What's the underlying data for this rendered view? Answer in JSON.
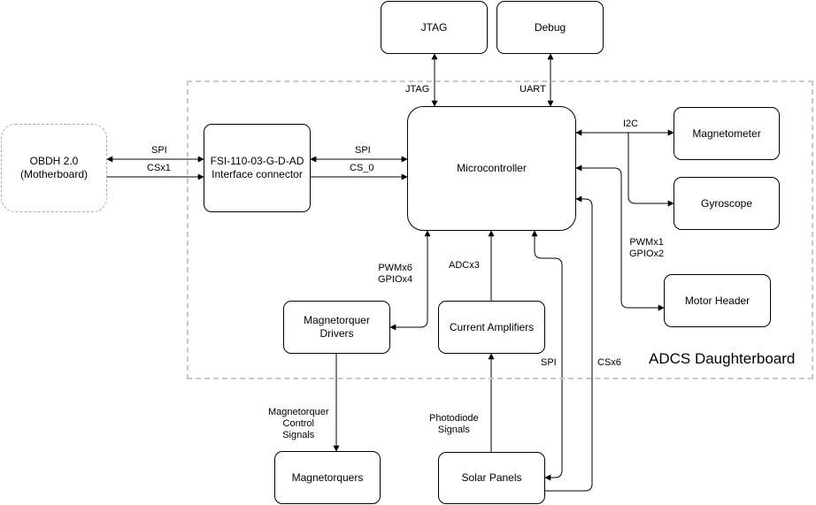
{
  "region": {
    "label": "ADCS Daughterboard"
  },
  "blocks": {
    "jtag": "JTAG",
    "debug": "Debug",
    "obdh": [
      "OBDH 2.0",
      "(Motherboard)"
    ],
    "fsi": [
      "FSI-110-03-G-D-AD",
      "Interface connector"
    ],
    "microcontroller": "Microcontroller",
    "magnetometer": "Magnetometer",
    "gyroscope": "Gyroscope",
    "motor_header": "Motor Header",
    "magnetorquer_drivers": "Magnetorquer Drivers",
    "current_amplifiers": "Current Amplifiers",
    "magnetorquers": "Magnetorquers",
    "solar_panels": "Solar Panels"
  },
  "labels": {
    "jtag_link": "JTAG",
    "uart_link": "UART",
    "i2c": "I2C",
    "obdh_spi": "SPI",
    "obdh_csx1": "CSx1",
    "fsi_spi": "SPI",
    "fsi_cs0": "CS_0",
    "pwm_gpio_drivers": [
      "PWMx6",
      "GPIOx4"
    ],
    "adc": "ADCx3",
    "pwm_gpio_motor": [
      "PWMx1",
      "GPIOx2"
    ],
    "spi_solar": "SPI",
    "cs_solar": "CSx6",
    "magnetorquer_control": [
      "Magnetorquer",
      "Control",
      "Signals"
    ],
    "photodiode": [
      "Photodiode",
      "Signals"
    ]
  }
}
